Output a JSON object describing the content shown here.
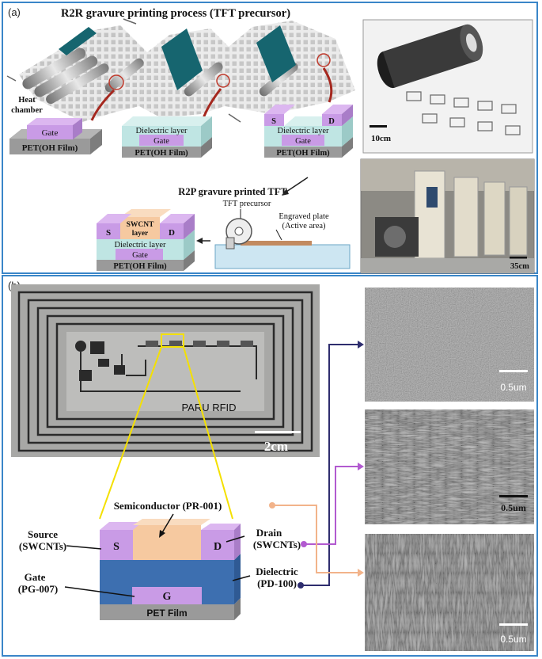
{
  "panel_a": {
    "label": "(a)",
    "title": "R2R gravure printing process (TFT precursor)",
    "heat_chamber": [
      "Heat",
      "chamber"
    ],
    "stack1": {
      "gate": "Gate",
      "substrate": "PET(OH Film)"
    },
    "stack2": {
      "dielectric": "Dielectric layer",
      "gate": "Gate",
      "substrate": "PET(OH Film)"
    },
    "stack3": {
      "source": "S",
      "drain": "D",
      "dielectric": "Dielectric layer",
      "gate": "Gate",
      "substrate": "PET(OH Film)"
    },
    "r2p_title": "R2P gravure printed TFT",
    "tft_precursor": "TFT precursor",
    "engraved_plate": [
      "Engraved plate",
      "(Active area)"
    ],
    "stack4": {
      "source": "S",
      "drain": "D",
      "swcnt": [
        "SWCNT",
        "layer"
      ],
      "dielectric": "Dielectric layer",
      "gate": "Gate",
      "substrate": "PET(OH Film)"
    },
    "photo_roll_scale": "10cm",
    "photo_machine_scale": "35cm"
  },
  "panel_b": {
    "label": "(b)",
    "rfid_text": "PARU RFID",
    "rfid_scale": "2cm",
    "semiconductor": "Semiconductor (PR-001)",
    "source": [
      "Source",
      "(SWCNTs)"
    ],
    "drain": [
      "Drain",
      "(SWCNTs)"
    ],
    "gate": [
      "Gate",
      "(PG-007)"
    ],
    "dielectric": [
      "Dielectric",
      "(PD-100)"
    ],
    "device": {
      "s": "S",
      "d": "D",
      "g": "G",
      "substrate": "PET Film"
    },
    "sem_scale": "0.5um"
  },
  "colors": {
    "panel_border": "#3a86c8",
    "gate_purple": "#c99be6",
    "dielectric_cyan": "#bfe5e3",
    "pet_grey": "#9a9a9a",
    "semiconductor_peach": "#f6c9a0",
    "dielectric_blue": "#3d6fb0",
    "connector_yellow": "#f4e000",
    "arrow_navy": "#2e2d6e",
    "arrow_violet": "#b25ad0",
    "arrow_peach": "#f2b38a"
  }
}
